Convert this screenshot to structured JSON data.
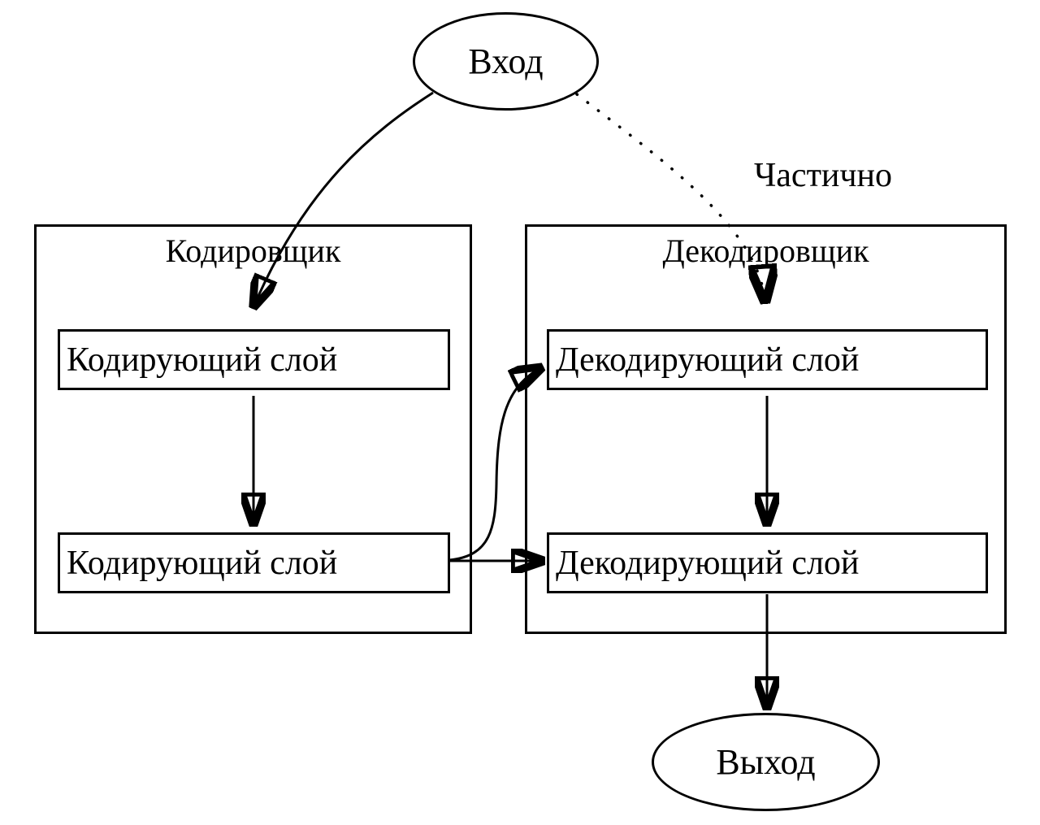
{
  "diagram": {
    "type": "flowchart",
    "language": "ru",
    "colors": {
      "background": "#ffffff",
      "stroke": "#000000",
      "text": "#000000"
    },
    "nodes": {
      "input": {
        "label": "Вход",
        "shape": "ellipse"
      },
      "output": {
        "label": "Выход",
        "shape": "ellipse"
      },
      "encoder": {
        "title": "Кодировщик",
        "layers": [
          "Кодирующий слой",
          "Кодирующий слой"
        ]
      },
      "decoder": {
        "title": "Декодировщик",
        "layers": [
          "Декодирующий слой",
          "Декодирующий слой"
        ]
      }
    },
    "edges": {
      "input_to_encoder": {
        "style": "solid-curve"
      },
      "input_to_decoder": {
        "style": "dotted",
        "label": "Частично"
      },
      "encoder_layer1_to_layer2": {
        "style": "solid"
      },
      "decoder_layer1_to_layer2": {
        "style": "solid"
      },
      "encoder_to_decoder_bottom": {
        "style": "solid"
      },
      "encoder_bottom_to_decoder_top": {
        "style": "solid-curve"
      },
      "decoder_to_output": {
        "style": "solid"
      }
    }
  }
}
